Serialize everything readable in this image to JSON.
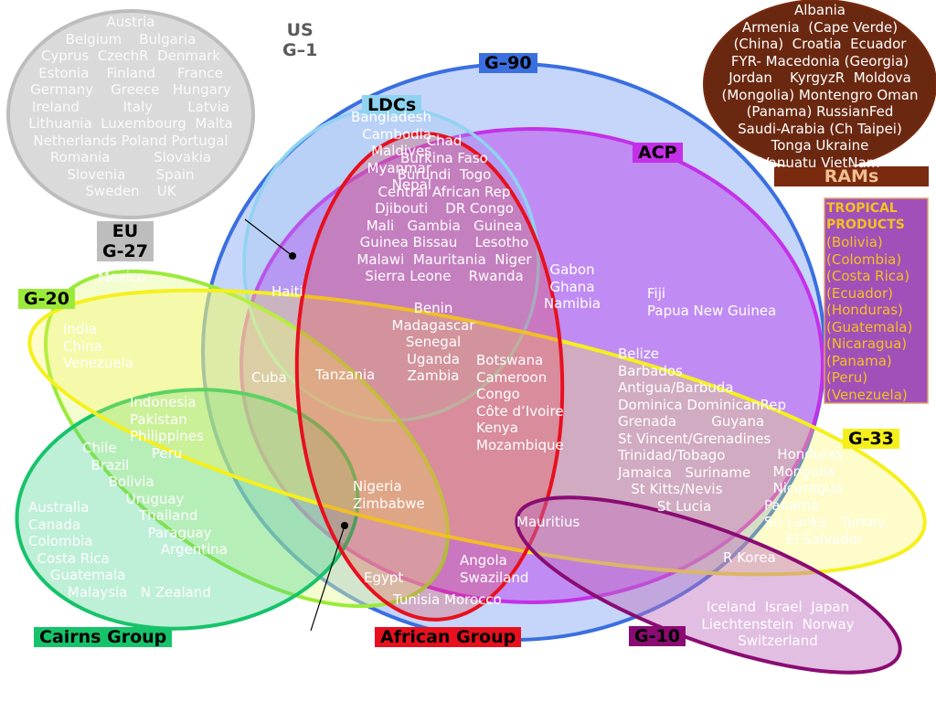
{
  "colors": {
    "eu": "#bdbdbd",
    "g90": "#3a6fe0",
    "ldcs": "#8fd3f0",
    "acp": "#c430e8",
    "african": "#e8101e",
    "g20": "#9bea3a",
    "cairns": "#17c36a",
    "g33": "#f5f01c",
    "g10": "#8a0c72",
    "rams": "#7a2a0e",
    "tropical": "#a050b8"
  },
  "labels": {
    "us": "US\nG–1",
    "eu": "EU\nG-27",
    "g90": "G–90",
    "ldcs": "LDCs",
    "acp": "ACP",
    "g20": "G-20",
    "g33": "G-33",
    "g10": "G-10",
    "cairns": "Cairns Group",
    "african": "African Group",
    "rams": "RAMs",
    "tropical": "TROPICAL\nPRODUCTS"
  },
  "countries": {
    "eu": "Austria\nBelgium    Bulgaria\nCyprus  CzechR  Denmark\nEstonia    Finland     France\nGermany    Greece   Hungary\nIreland          Italy        Latvia\nLithuania  Luxembourg  Malta\nNetherlands Poland Portugal\nRomania          Slovakia\nSlovenia       Spain\nSweden    UK",
    "rams": "Albania\nArmenia  (Cape Verde)\n(China)  Croatia  Ecuador\nFYR- Macedonia (Georgia)\nJordan    KyrgyzR  Moldova\n(Mongolia) Montengro Oman\n(Panama) RussianFed\nSaudi-Arabia (Ch Taipei)\nTonga Ukraine\nVanuatu VietNam",
    "tropical": "(Bolivia)\n(Colombia)\n(Costa Rica)\n(Ecuador)\n(Honduras)\n(Guatemala)\n(Nicaragua)\n(Panama)\n(Peru)\n(Venezuela)",
    "ldc_only": "Bangladesh\nCambodia\nMaldives\nMyanmar\nNepal",
    "ldc_african": "Chad\nBurkina Faso\nBurundi  Togo\nCentral African Rep\nDjibouti    DR Congo\nMali   Gambia   Guinea\nGuinea Bissau    Lesotho\nMalawi  Mauritania  Niger\nSierra Leone    Rwanda",
    "african_acp": "Gabon\nGhana\nNamibia",
    "acp_only_pacific": "Fiji\nPapua New Guinea",
    "haiti": "Haiti",
    "g33_african_acp": "Benin\nMadagascar\nSenegal\nUganda\nZambia",
    "african_acp_2": "Botswana\nCameroon\nCongo\nCôte d’Ivoire\nKenya\nMozambique",
    "cuba": "Cuba",
    "tanzania": "Tanzania",
    "caribbean": "Belize\nBarbados\nAntigua/Barbuda\nDominica DominicanRep\nGrenada        Guyana\nSt Vincent/Grenadines\nTrinidad/Tobago\nJamaica   Suriname\n   St Kitts/Nevis\n         St Lucia",
    "g20_core": "India\nChina\nVenezuela",
    "g20_cairns": "Indonesia\nPakistan\nPhilippines\n     Peru",
    "cairns_g20": "Chile\n  Brazil\n      Bolivia\n          Uruguay\n             Thailand\n               Paraguay\n                  Argentina",
    "cairns_only": "Australia\nCanada\nColombia\n  Costa Rica\n     Guatemala\n         Malaysia   N Zealand",
    "mexico": "Mexico",
    "nigeria_zimbabwe": "Nigeria\nZimbabwe",
    "mauritius": "Mauritius",
    "egypt": "Egypt",
    "angola_swaziland": "Angola\nSwaziland",
    "tunisia_morocco": "Tunisia Morocco",
    "g33_only": "   Honduras\n  Mongolia\n  Nicaragua\nPanama\nSri Lanka   Turkey\n     El Salvador",
    "korea": "R Korea",
    "g10_only": "Iceland  Israel  Japan\nLiechtenstein  Norway\nSwitzerland"
  }
}
